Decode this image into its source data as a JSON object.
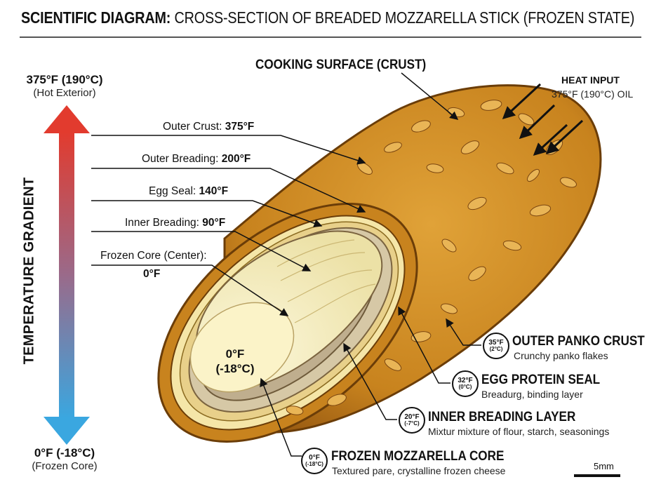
{
  "title": {
    "bold": "SCIENTIFIC DIAGRAM:",
    "rest": " CROSS-SECTION OF BREADED MOZZARELLA STICK (FROZEN STATE)"
  },
  "gradient": {
    "top_temp": "375°F (190°C)",
    "top_desc": "(Hot Exterior)",
    "bottom_temp": "0°F (-18°C)",
    "bottom_desc": "(Frozen Core)",
    "axis_label": "TEMPERATURE GRADIENT",
    "colors": {
      "hot": "#e23b2e",
      "cold": "#3aa7e0"
    }
  },
  "cooking_surface": "COOKING SURFACE (CRUST)",
  "heat_input": {
    "title": "HEAT INPUT",
    "subtitle": "375°F (190°C) OIL"
  },
  "left_labels": [
    {
      "name": "Outer Crust: ",
      "value": "375°F"
    },
    {
      "name": "Outer Breading: ",
      "value": "200°F"
    },
    {
      "name": "Egg Seal: ",
      "value": "140°F"
    },
    {
      "name": "Inner Breading: ",
      "value": "90°F"
    },
    {
      "name": "Frozen Core (Center):",
      "value": "0°F"
    }
  ],
  "core_temp": {
    "f": "0°F",
    "c": "(-18°C)"
  },
  "callouts": [
    {
      "badge_f": "35°F",
      "badge_c": "(2°C)",
      "title": "OUTER PANKO CRUST",
      "desc": "Crunchy panko flakes"
    },
    {
      "badge_f": "32°F",
      "badge_c": "(0°C)",
      "title": "EGG PROTEIN SEAL",
      "desc": "Breadurg, binding layer"
    },
    {
      "badge_f": "20°F",
      "badge_c": "(-7°C)",
      "title": "INNER BREADING LAYER",
      "desc": "Mixtur mixture of flour, starch, seasonings"
    },
    {
      "badge_f": "0°F",
      "badge_c": "(-18°C)",
      "title": "FROZEN MOZZARELLA CORE",
      "desc": "Textured pare, crystalline frozen cheese"
    }
  ],
  "scale": "5mm"
}
